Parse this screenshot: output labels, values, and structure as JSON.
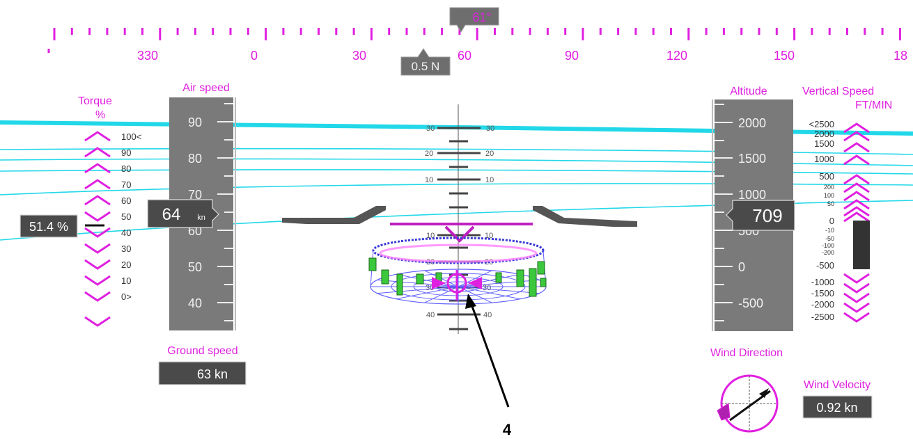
{
  "heading": {
    "current_readout": "61°",
    "ticks": [
      "330",
      "0",
      "30",
      "60",
      "90",
      "120",
      "150",
      "18"
    ],
    "bearing_readout": "0.5 N"
  },
  "torque": {
    "title": "Torque",
    "unit": "%",
    "scale": [
      "100<",
      "90",
      "80",
      "70",
      "60",
      "50",
      "40",
      "30",
      "20",
      "10",
      "0>"
    ],
    "readout": "51.4 %"
  },
  "airspeed": {
    "title": "Air speed",
    "scale": [
      "90",
      "80",
      "70",
      "60",
      "50",
      "40"
    ],
    "readout_value": "64",
    "readout_unit": "kn"
  },
  "ground_speed": {
    "title": "Ground speed",
    "readout": "63 kn"
  },
  "altitude": {
    "title": "Altitude",
    "scale": [
      "2000",
      "1500",
      "1000",
      "500",
      "0",
      "-500"
    ],
    "readout": "709"
  },
  "vertical_speed": {
    "title": "Vertical Speed",
    "unit": "FT/MIN",
    "scale_upper": [
      "<2500",
      "2000",
      "1500",
      "1000",
      "500",
      "200",
      "100",
      "50",
      "0"
    ],
    "scale_lower": [
      "-10",
      "-50",
      "-100",
      "-200",
      "-500",
      "-1000",
      "-1500",
      "-2000",
      "-2500"
    ]
  },
  "pitch_ladder": {
    "values": [
      "30",
      "20",
      "10",
      "10",
      "20",
      "30",
      "40"
    ]
  },
  "wind": {
    "direction_title": "Wind Direction",
    "velocity_title": "Wind Velocity",
    "velocity_readout": "0.92 kn"
  },
  "annotation": {
    "label": "4"
  },
  "colors": {
    "accent": "#e020e0",
    "horizon_lines": "#22d8e8",
    "tape": "#7a7a7a",
    "readout_box": "#4a4a4a"
  }
}
